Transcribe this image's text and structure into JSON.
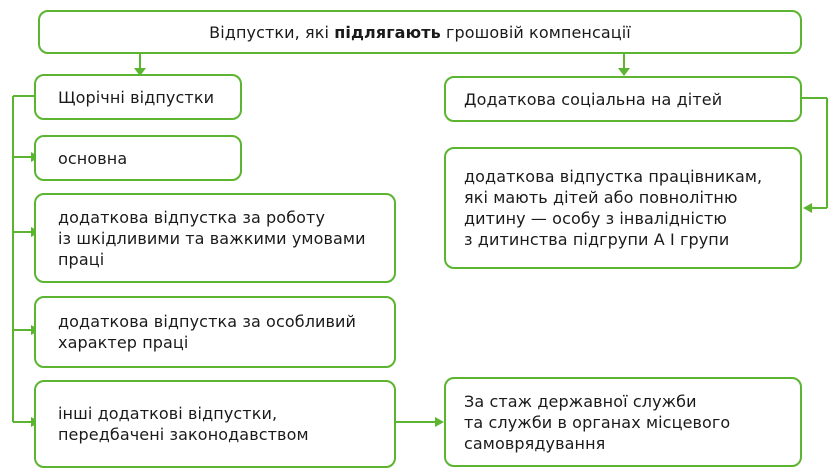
{
  "title": {
    "prefix": "Відпустки, які ",
    "bold": "підлягають",
    "suffix": " грошовій компенсації"
  },
  "left_column": {
    "header": "Щорічні відпустки",
    "items": [
      "основна",
      "додаткова відпустка за роботу\nіз шкідливими та важкими умовами\nпраці",
      "додаткова відпустка за особливий\nхарактер праці",
      "інші додаткові відпустки,\nпередбачені законодавством"
    ]
  },
  "right_column": {
    "header": "Додаткова соціальна на дітей",
    "item": "додаткова відпустка працівникам,\nякі мають дітей або повнолітню\nдитину — особу з інвалідністю\nз дитинства підгрупи А І групи"
  },
  "bottom_right": {
    "item": "За стаж державної служби\nта служби в органах місцевого\nсамоврядування"
  },
  "colors": {
    "border": "#5cb531",
    "arrow": "#5cb531",
    "text": "#1a1a1a"
  }
}
